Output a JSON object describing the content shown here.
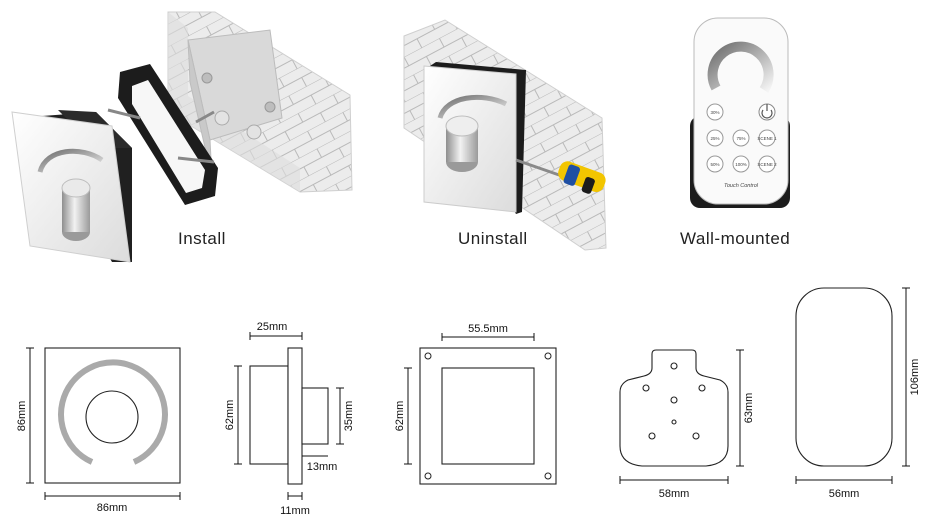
{
  "captions": {
    "install": "Install",
    "uninstall": "Uninstall",
    "wall_mounted": "Wall-mounted"
  },
  "remote_labels": {
    "btn_30": "30%",
    "btn_25": "25%",
    "btn_75": "75%",
    "btn_scene1": "SCENE 1",
    "btn_50": "50%",
    "btn_100": "100%",
    "btn_scene2": "SCENE 2",
    "brand": "Touch Control"
  },
  "dimensions": {
    "panel_height": "86mm",
    "panel_width": "86mm",
    "side_depth": "25mm",
    "side_height": "62mm",
    "knob_height": "35mm",
    "knob_depth": "13mm",
    "plate_thickness": "11mm",
    "back_width": "55.5mm",
    "back_height": "62mm",
    "holder_height": "63mm",
    "holder_width": "58mm",
    "remote_height": "106mm",
    "remote_width": "56mm"
  },
  "colors": {
    "accent_yellow": "#f2c500",
    "screwdriver_blue": "#1f4fa3",
    "plate_black": "#1c1c1c",
    "wall_gray": "#e6e6e6"
  }
}
